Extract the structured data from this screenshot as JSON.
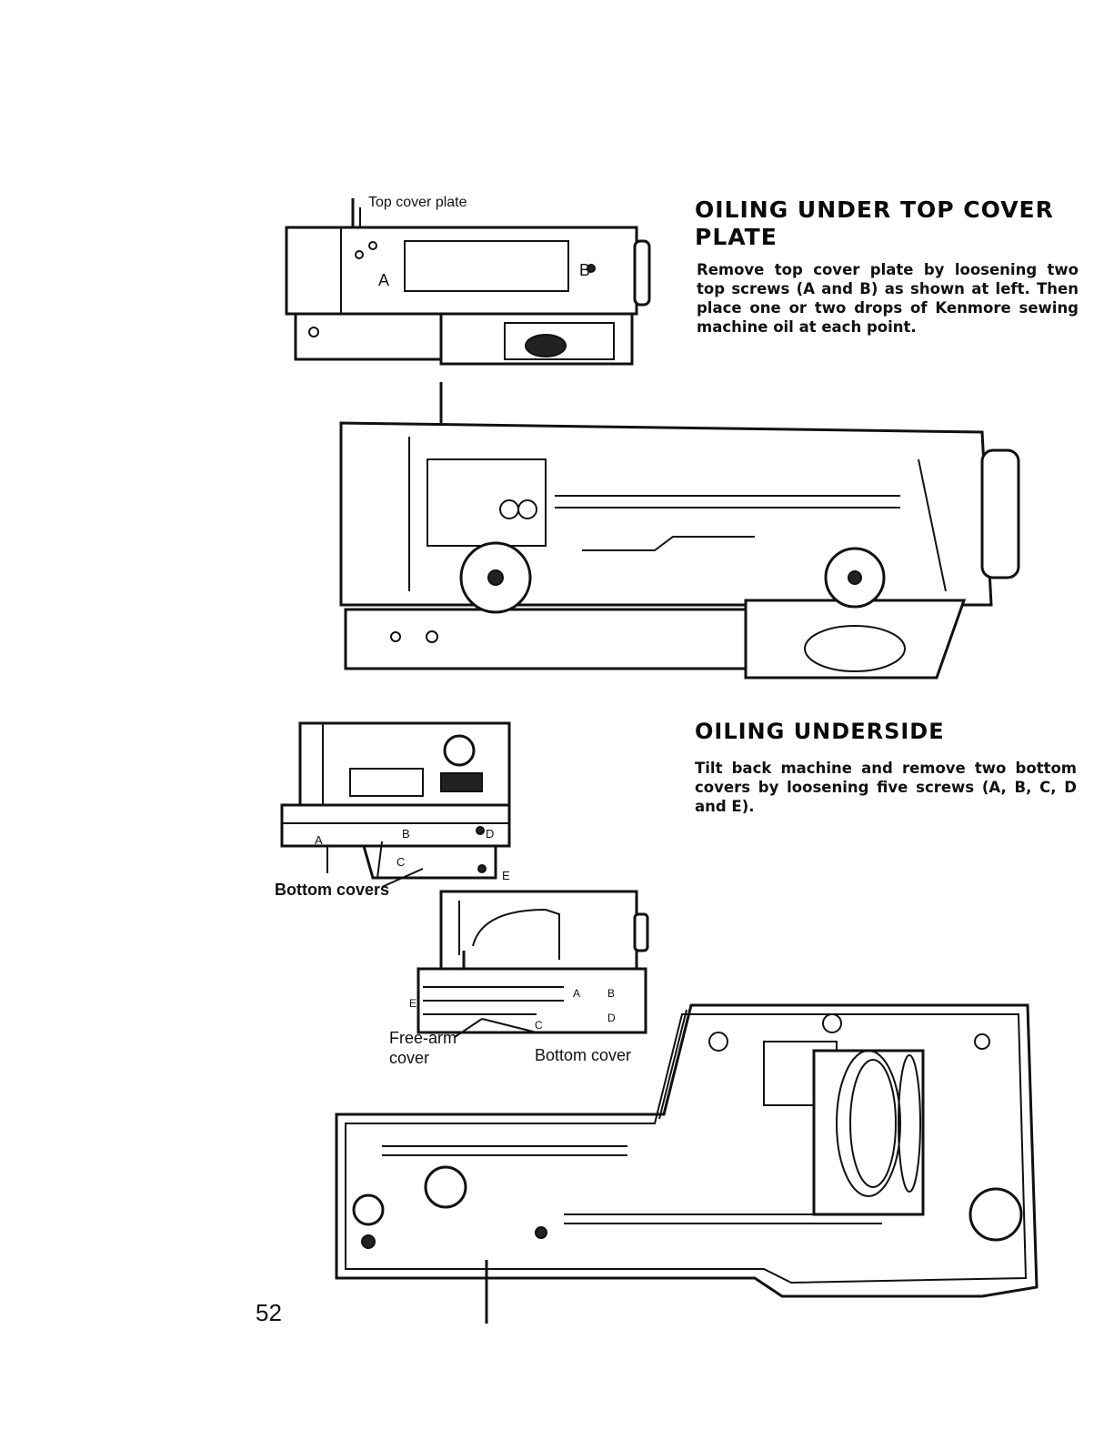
{
  "section_top": {
    "heading": "OILING UNDER TOP COVER PLATE",
    "body": "Remove top cover plate by loosening two top screws (A and B) as shown at left. Then place one or two drops of Kenmore sewing machine oil at each point."
  },
  "section_underside": {
    "heading": "OILING UNDERSIDE",
    "body": "Tilt back machine and remove two bottom covers by loosening five screws (A, B, C, D and E)."
  },
  "figure_top_cover": {
    "callout": "Top cover plate",
    "screw_a": "A",
    "screw_b": "B"
  },
  "figure_bottom_covers": {
    "callout": "Bottom covers",
    "screw_a": "A",
    "screw_b": "B",
    "screw_c": "C",
    "screw_d": "D",
    "screw_e": "E"
  },
  "figure_free_arm": {
    "callout_free_arm": "Free-arm cover",
    "callout_bottom": "Bottom cover",
    "screw_a": "A",
    "screw_b": "B",
    "screw_c": "C",
    "screw_d": "D",
    "screw_e": "E"
  },
  "page_number": "52"
}
